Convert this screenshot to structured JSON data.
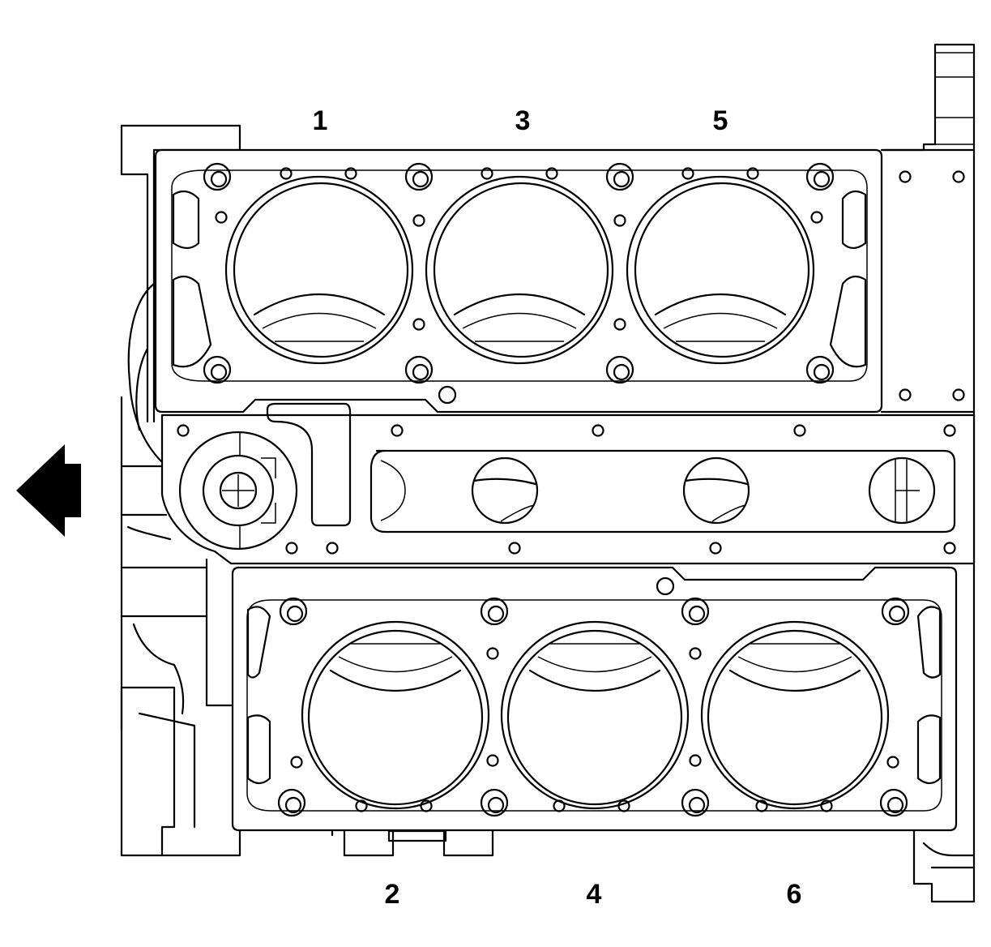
{
  "labels": {
    "top": [
      "1",
      "3",
      "5"
    ],
    "bottom": [
      "2",
      "4",
      "6"
    ]
  },
  "arrow": {
    "direction": "left"
  },
  "colors": {
    "stroke": "#000000",
    "background": "#ffffff"
  }
}
